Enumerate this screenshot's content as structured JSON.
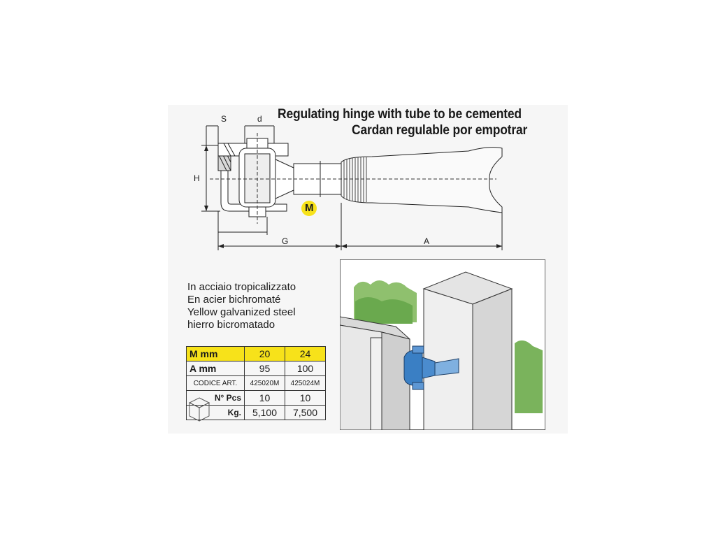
{
  "title": {
    "line1": "Regulating hinge with tube to be cemented",
    "line2": "Cardan regulable por empotrar"
  },
  "dimension_labels": {
    "s": "S",
    "d": "d",
    "h": "H",
    "m": "M",
    "g": "G",
    "a": "A"
  },
  "material": [
    "In acciaio tropicalizzato",
    "En acier bichromaté",
    "Yellow galvanized steel",
    "hierro bicromatado"
  ],
  "spec_table": {
    "rows": [
      {
        "label": "M mm",
        "values": [
          "20",
          "24"
        ]
      },
      {
        "label": "A mm",
        "values": [
          "95",
          "100"
        ]
      },
      {
        "label": "CODICE ART.",
        "values": [
          "425020M",
          "425024M"
        ]
      },
      {
        "label": "N° Pcs",
        "values": [
          "10",
          "10"
        ]
      },
      {
        "label": "Kg.",
        "values": [
          "5,100",
          "7,500"
        ]
      }
    ]
  },
  "colors": {
    "highlight": "#f7e21a",
    "hinge_blue": "#3a7fc4",
    "hedge_green": "#6aa94e"
  }
}
